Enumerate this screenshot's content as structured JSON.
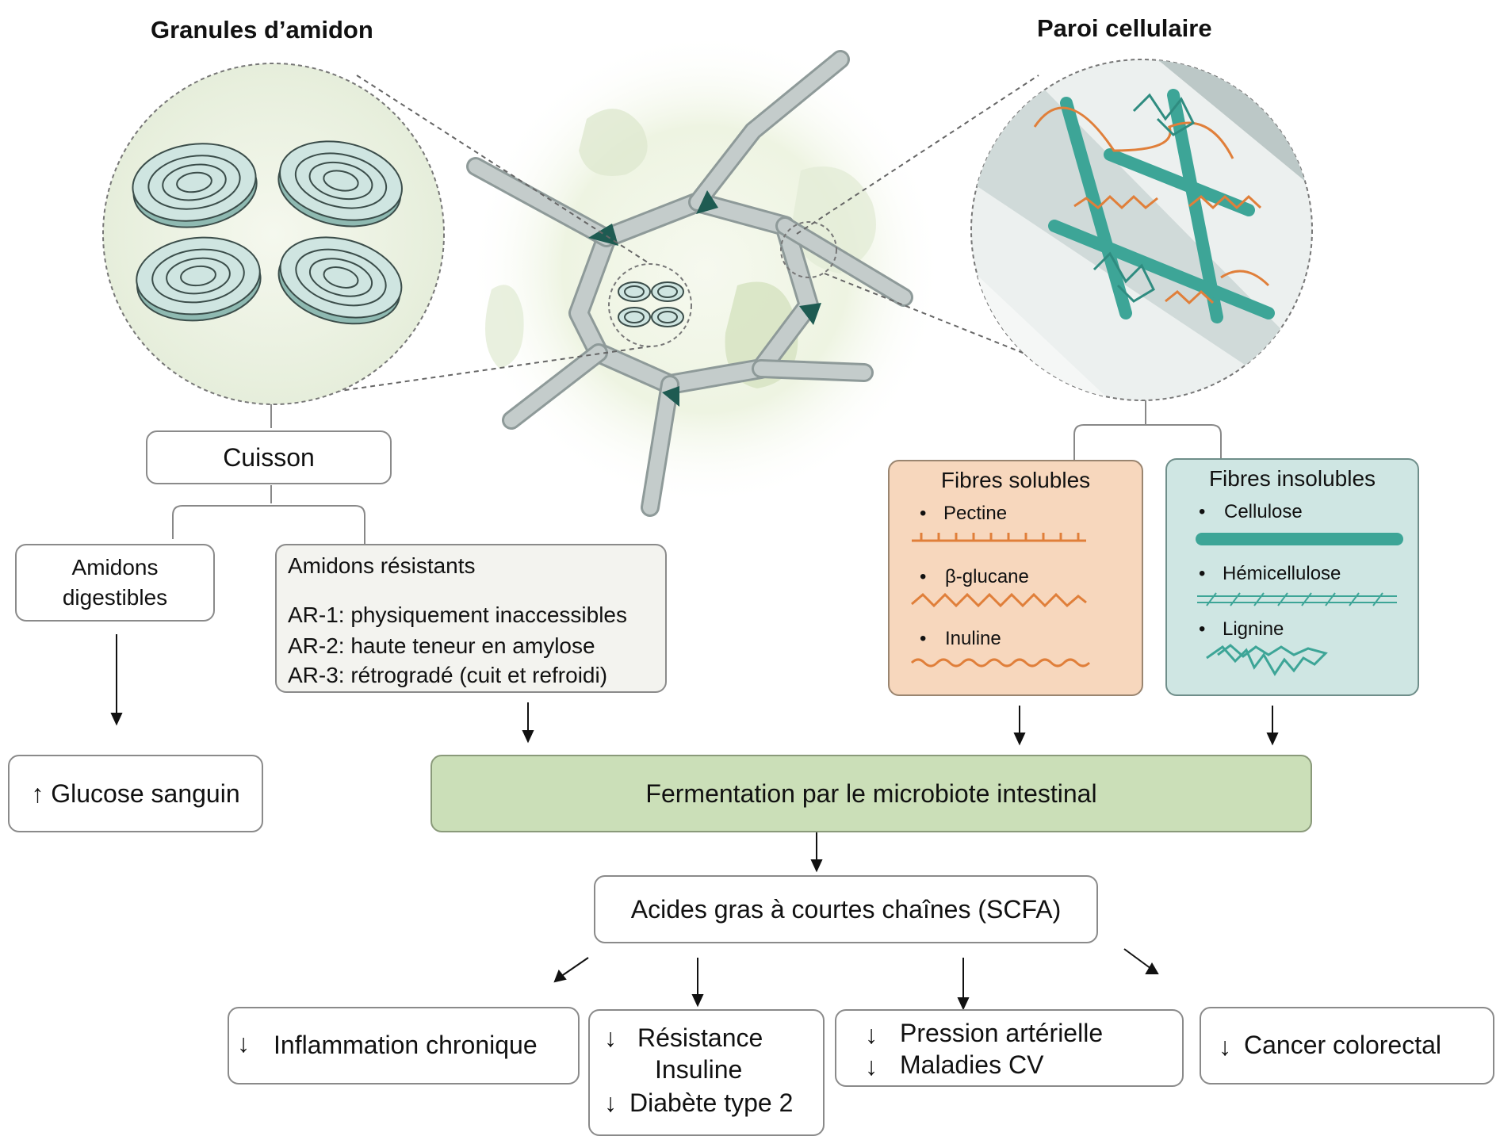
{
  "titles": {
    "starch": "Granules d’amidon",
    "cellwall": "Paroi cellulaire"
  },
  "cooking": "Cuisson",
  "digestible": [
    "Amidons",
    "digestibles"
  ],
  "resistant": {
    "title": "Amidons résistants",
    "items": [
      "AR-1: physiquement inaccessibles",
      "AR-2: haute teneur en amylose",
      "AR-3: rétrogradé (cuit et refroidi)"
    ]
  },
  "glucose": "↑ Glucose sanguin",
  "soluble": {
    "title": "Fibres solubles",
    "items": [
      "Pectine",
      "β-glucane",
      "Inuline"
    ]
  },
  "insoluble": {
    "title": "Fibres insolubles",
    "items": [
      "Cellulose",
      "Hémicellulose",
      "Lignine"
    ]
  },
  "fermentation": "Fermentation par le microbiote intestinal",
  "scfa": "Acides gras à courtes chaînes (SCFA)",
  "outcomes": {
    "inflammation": "Inflammation chronique",
    "resistance": [
      "Résistance",
      "Insuline",
      "Diabète type 2"
    ],
    "pressure": [
      "Pression artérielle",
      "Maladies CV"
    ],
    "cancer": "Cancer colorectal"
  },
  "arrow_down": "↓",
  "bullet_char": "•",
  "colors": {
    "teal": "#3da597",
    "teal_light": "#cfe5e1",
    "orange": "#e07f3a",
    "soluble_bg": "#f7d7bd",
    "insoluble_bg": "#cfe6e3",
    "fermentation_bg": "#cbdfb8",
    "wall_gray": "#a9b3b2",
    "wall_dark": "#1e5b52"
  }
}
